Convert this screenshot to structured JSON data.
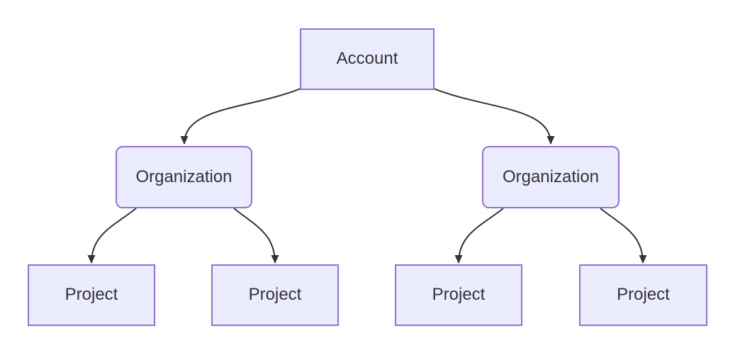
{
  "diagram": {
    "type": "flowchart",
    "direction": "top-down",
    "background_color": "#ffffff",
    "nodes": [
      {
        "id": "account",
        "label": "Account",
        "shape": "rectangle",
        "level": 1
      },
      {
        "id": "org-left",
        "label": "Organization",
        "shape": "rounded-rectangle",
        "level": 2
      },
      {
        "id": "org-right",
        "label": "Organization",
        "shape": "rounded-rectangle",
        "level": 2
      },
      {
        "id": "project-1",
        "label": "Project",
        "shape": "rectangle",
        "level": 3
      },
      {
        "id": "project-2",
        "label": "Project",
        "shape": "rectangle",
        "level": 3
      },
      {
        "id": "project-3",
        "label": "Project",
        "shape": "rectangle",
        "level": 3
      },
      {
        "id": "project-4",
        "label": "Project",
        "shape": "rectangle",
        "level": 3
      }
    ],
    "edges": [
      {
        "from": "account",
        "to": "org-left",
        "arrow": "solid-triangle"
      },
      {
        "from": "account",
        "to": "org-right",
        "arrow": "solid-triangle"
      },
      {
        "from": "org-left",
        "to": "project-1",
        "arrow": "solid-triangle"
      },
      {
        "from": "org-left",
        "to": "project-2",
        "arrow": "solid-triangle"
      },
      {
        "from": "org-right",
        "to": "project-3",
        "arrow": "solid-triangle"
      },
      {
        "from": "org-right",
        "to": "project-4",
        "arrow": "solid-triangle"
      }
    ],
    "colors": {
      "node_fill": "#ECECFF",
      "node_border": "#9370DB",
      "node_text": "#333333",
      "edge_stroke": "#333333",
      "arrowhead_fill": "#333333"
    }
  }
}
